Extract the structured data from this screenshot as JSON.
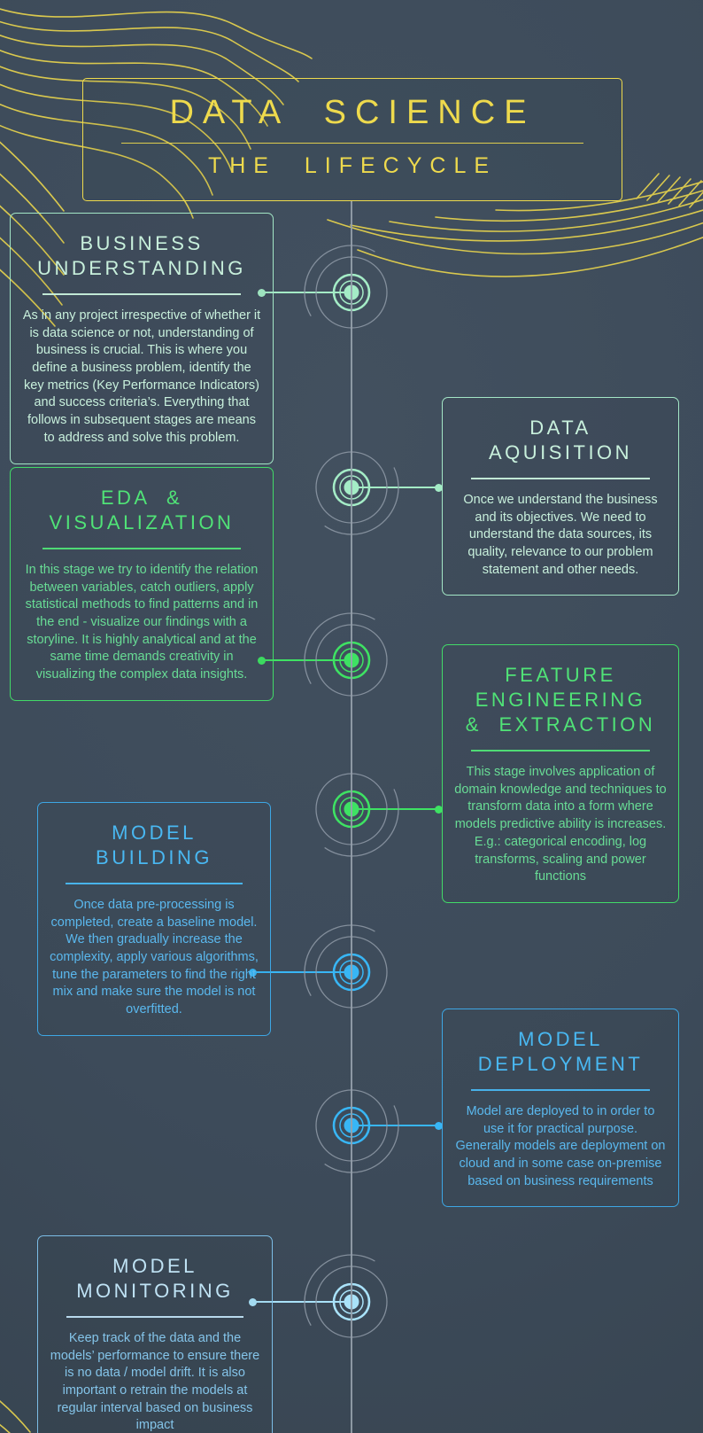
{
  "title": {
    "main": "DATA SCIENCE",
    "subtitle": "THE LIFECYCLE"
  },
  "stages": [
    {
      "name": "BUSINESS UNDERSTANDING",
      "side": "left",
      "theme": "mint",
      "accent": "#a4ecc6",
      "description": "As in any project irrespective of whether it is data science or not, understanding of business is crucial. This is where you define a business problem, identify the key metrics (Key Performance Indicators) and success criteria’s. Everything that follows in subsequent stages are means to address and solve this problem."
    },
    {
      "name": "DATA AQUISITION",
      "side": "right",
      "theme": "mint",
      "accent": "#a4ecc6",
      "description": "Once we understand the business and its objectives. We need to understand the data sources, its quality, relevance to our problem statement and other needs."
    },
    {
      "name": "EDA & VISUALIZATION",
      "side": "left",
      "theme": "green",
      "accent": "#3ee263",
      "description": "In this stage we try to identify the relation between variables, catch outliers, apply statistical methods to find patterns and in the end - visualize our findings with a storyline. It is highly analytical and at the same time demands creativity in visualizing the complex data insights."
    },
    {
      "name": "FEATURE ENGINEERING & EXTRACTION",
      "side": "right",
      "theme": "green",
      "accent": "#3ee263",
      "description": "This stage involves application of domain knowledge and techniques to transform data into a form where models predictive ability is increases. E.g.: categorical encoding, log transforms, scaling and power functions"
    },
    {
      "name": "MODEL BUILDING",
      "side": "left",
      "theme": "blue",
      "accent": "#38b6f5",
      "description": "Once data pre-processing is completed, create a baseline model. We then gradually increase the complexity, apply various algorithms, tune the parameters to find the right mix and make sure the model is not overfitted."
    },
    {
      "name": "MODEL DEPLOYMENT",
      "side": "right",
      "theme": "blue",
      "accent": "#38b6f5",
      "description": "Model are deployed to in order to use it for practical purpose. Generally models are deployment on cloud and in some case on-premise based on business requirements"
    },
    {
      "name": "MODEL MONITORING",
      "side": "left",
      "theme": "pale",
      "accent": "#a9e2f9",
      "description": "Keep track of the data and the models’ performance to ensure there is no data / model drift. It is also important o retrain the models at regular interval based on business impact"
    }
  ],
  "colors": {
    "yellow": "#eeda4d",
    "yellow_deco": "#d9c84e",
    "mint_head": "#c8f0dc",
    "mint_border": "#a3e6c6",
    "green_head": "#50e377",
    "green_body": "#68dc95",
    "green_border": "#42da68",
    "blue_head": "#49b8f2",
    "blue_body": "#5ab8ee",
    "blue_border": "#3da6e4",
    "pale_head": "#bfe2f4",
    "pale_body": "#84c4e9",
    "pale_border": "#7cbde6",
    "node_mint": "#a4ecc6",
    "node_green": "#3ee263",
    "node_blue": "#38b6f5",
    "node_pale": "#a9e2f9",
    "timeline": "#96a1ac",
    "ring_gray": "#8f9aa7",
    "background": "#3d4b5a"
  }
}
